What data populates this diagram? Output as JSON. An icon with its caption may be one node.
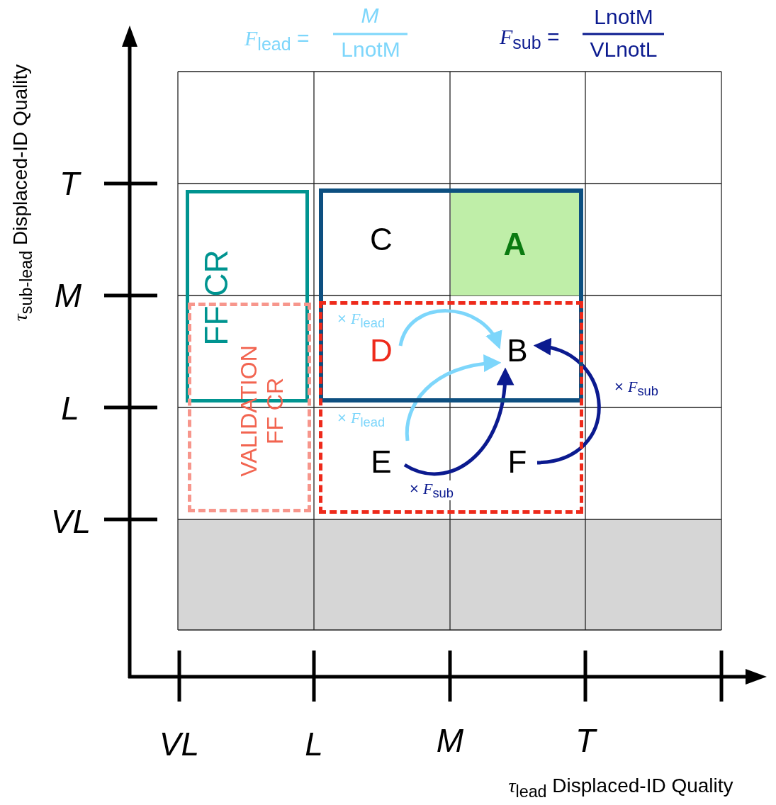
{
  "diagram": {
    "nodes": [
      {
        "text": [
          "FF CR"
        ]
      },
      {
        "text": [
          "VALIDATION FF CR"
        ]
      },
      {
        "text": [],
        "shape": "box"
      },
      {
        "text": [],
        "shape": "box"
      },
      {
        "text": [
          "C"
        ],
        "in": 2
      },
      {
        "text": [
          "A"
        ],
        "in": 2
      },
      {
        "text": [
          "D"
        ]
      },
      {
        "text": [
          "B"
        ]
      },
      {
        "text": [
          "E"
        ],
        "in": 3
      },
      {
        "text": [
          "F"
        ],
        "in": 3
      }
    ],
    "edges": [
      {
        "from": 6,
        "to": 7,
        "arrow": "to",
        "label": "× *F*$_{lead}$",
        "color": "#7dd6fb"
      },
      {
        "from": 8,
        "to": 7,
        "arrow": "to",
        "label": "× *F*$_{lead}$",
        "color": "#7dd6fb"
      },
      {
        "from": 8,
        "to": 7,
        "arrow": "to",
        "label": "× *F*$_{sub}$",
        "color": "#0b1a8f"
      },
      {
        "from": 9,
        "to": 7,
        "arrow": "to",
        "label": "× *F*$_{sub}$",
        "color": "#0b1a8f"
      }
    ],
    "labels": [
      "*F*$_{lead}$ =",
      "M",
      "LnotM",
      "*F*$_{sub}$ =",
      "LnotM",
      "VLnotL",
      "T",
      "M",
      "L",
      "VL",
      "*τ*$_{sub-lead}$ Displaced-ID Quality",
      "VL",
      "L",
      "M",
      "T",
      "*τ*$_{lead}$ Displaced-ID Quality"
    ]
  }
}
